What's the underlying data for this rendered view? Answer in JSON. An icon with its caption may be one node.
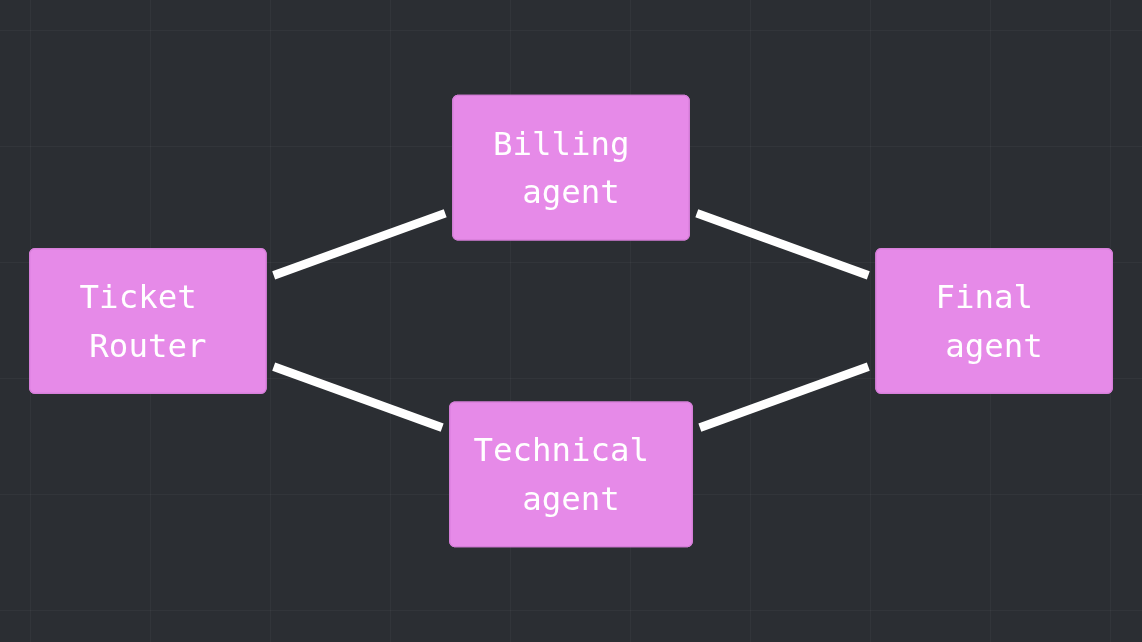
{
  "diagram": {
    "nodes": [
      {
        "text": [
          "Ticket Router"
        ]
      },
      {
        "text": [
          "Billing agent"
        ]
      },
      {
        "text": [
          "Technical agent"
        ]
      },
      {
        "text": [
          "Final agent"
        ]
      }
    ],
    "edges": [
      {
        "from": 0,
        "to": 1,
        "arrow": "none"
      },
      {
        "from": 0,
        "to": 2,
        "arrow": "none"
      },
      {
        "from": 1,
        "to": 3,
        "arrow": "none"
      },
      {
        "from": 2,
        "to": 3,
        "arrow": "none"
      }
    ]
  }
}
